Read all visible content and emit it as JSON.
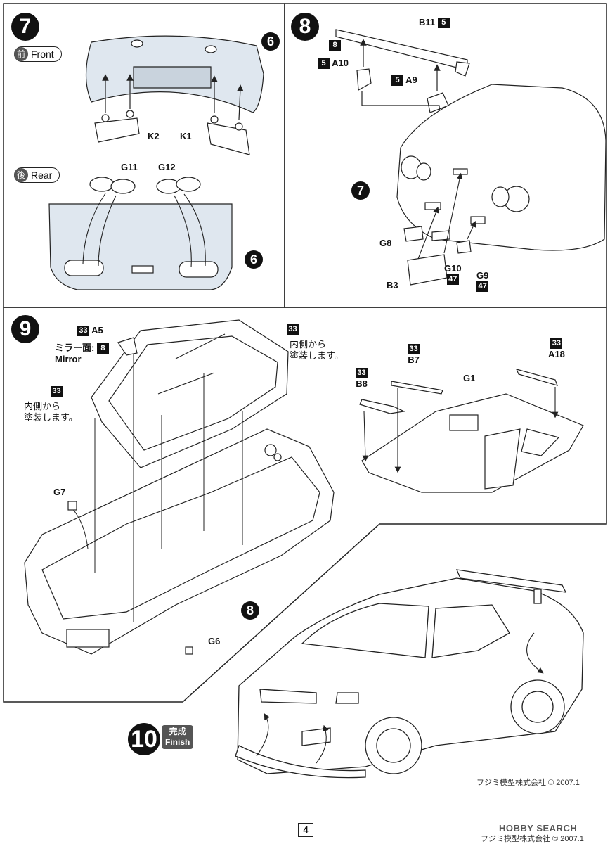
{
  "steps": {
    "s7": {
      "num": "7",
      "front_kanji": "前",
      "front_label": "Front",
      "rear_kanji": "後",
      "rear_label": "Rear",
      "ref_a": "6",
      "ref_b": "6",
      "k2": "K2",
      "k1": "K1",
      "g11": "G11",
      "g12": "G12"
    },
    "s8": {
      "num": "8",
      "b11": "B11",
      "b11_paint": "5",
      "spoiler_paint": "8",
      "a10": "A10",
      "a10_paint": "5",
      "a9": "A9",
      "a9_paint": "5",
      "ref": "7",
      "g8": "G8",
      "b3": "B3",
      "g10": "G10",
      "g10_paint": "47",
      "g9": "G9",
      "g9_paint": "47"
    },
    "s9": {
      "num": "9",
      "a5": "A5",
      "a5_paint": "33",
      "mirror_face": "ミラー面:",
      "mirror_paint": "8",
      "mirror": "Mirror",
      "inside_right_paint": "33",
      "inside_left_paint": "33",
      "inside_note_1": "内側から",
      "inside_note_2": "塗装します。",
      "g7": "G7",
      "g6": "G6",
      "ref": "8",
      "b8": "B8",
      "b8_paint": "33",
      "b7": "B7",
      "b7_paint": "33",
      "g1": "G1",
      "a18": "A18",
      "a18_paint": "33"
    },
    "s10": {
      "num": "10",
      "finish_jp": "完成",
      "finish_en": "Finish"
    }
  },
  "footer": {
    "page": "4",
    "credit": "フジミ模型株式会社 © 2007.1",
    "credit_bottom": "フジミ模型株式会社 © 2007.1",
    "watermark": "HOBBY SEARCH"
  }
}
